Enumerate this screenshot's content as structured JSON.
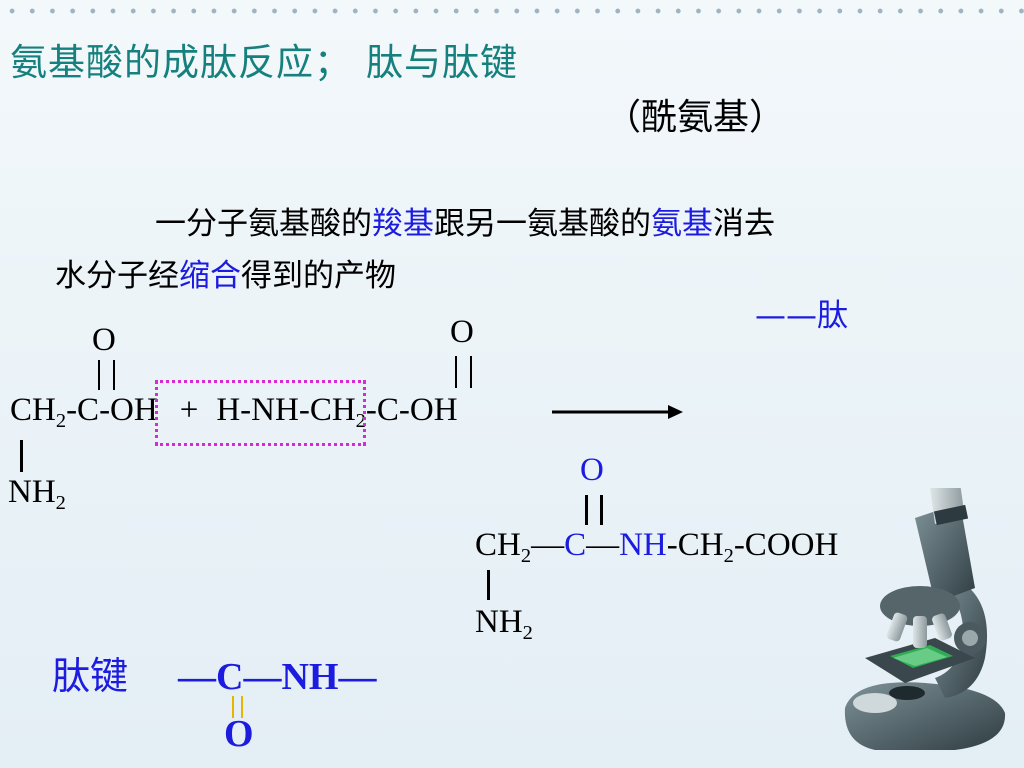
{
  "header": {
    "title_part1": "氨基酸的成肽反应；",
    "title_part2": "肽与肽键",
    "subtitle": "（酰氨基）"
  },
  "definition": {
    "seg1": "一分子氨基酸的",
    "seg2": "羧基",
    "seg3": "跟另一氨基酸的",
    "seg4": "氨基",
    "seg5": "消去",
    "line2_seg1": "水分子经",
    "line2_seg2": "缩合",
    "line2_seg3": "得到的产物",
    "term": "——肽"
  },
  "reaction": {
    "o_left": "O",
    "o_right": "O",
    "reactant_ch": "CH",
    "sub2": "2",
    "reactant_mid": "-C-OH",
    "plus": "+",
    "reactant2_a": "H-NH-CH",
    "reactant2_b": "-C-OH",
    "nh_left": "NH",
    "product_o": "O",
    "product_ch": "CH",
    "product_dash1": "—",
    "product_c": "C",
    "product_dash2": "—",
    "product_nh": "NH",
    "product_tail_a": "-CH",
    "product_tail_b": "-COOH",
    "product_nh2": "NH"
  },
  "peptide_bond": {
    "label": "肽键",
    "formula": "—C—NH—",
    "o": "O"
  },
  "colors": {
    "title": "#16807e",
    "highlight": "#1c1ce0",
    "box_border": "#d62ad6",
    "bond_yellow": "#e7b400"
  },
  "icons": {
    "microscope": "microscope-illustration"
  }
}
